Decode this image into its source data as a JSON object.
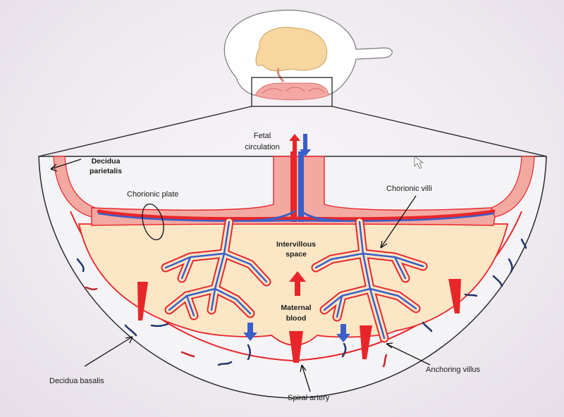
{
  "labels": {
    "fetal_circulation_line1": "Fetal",
    "fetal_circulation_line2": "circulation",
    "decidua_parietalis_line1": "Decidua",
    "decidua_parietalis_line2": "parietalis",
    "chorionic_plate": "Chorionic plate",
    "chorionic_villi": "Chorionic villi",
    "intervillous_space_line1": "Intervillous",
    "intervillous_space_line2": "space",
    "maternal_blood_line1": "Maternal",
    "maternal_blood_line2": "blood",
    "decidua_basalis": "Decidua basalis",
    "anchoring_villus": "Anchoring villus",
    "spiral_artery": "Spiral artery"
  },
  "colors": {
    "artery_red": "#e8262a",
    "vein_blue": "#3a5fc8",
    "tissue_pink": "#f3a9a2",
    "space_cream": "#fce6c6",
    "outline": "#2b2b2b"
  }
}
